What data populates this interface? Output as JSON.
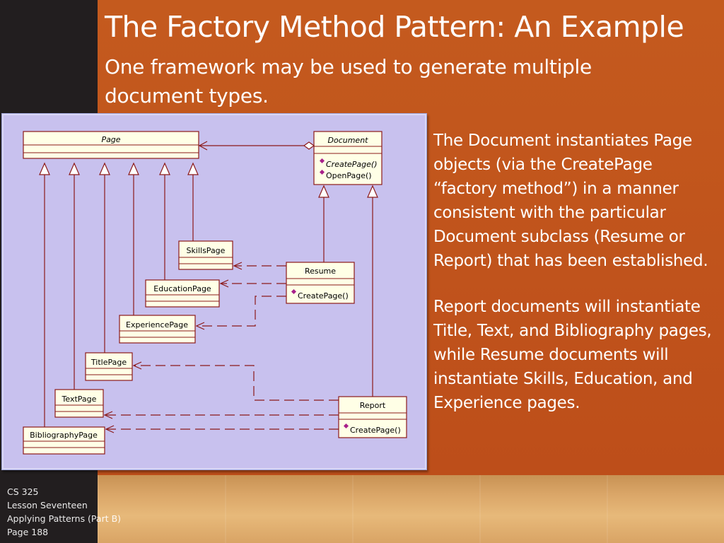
{
  "slide": {
    "title": "The Factory Method Pattern: An Example",
    "subtitle": "One framework may be used to generate multiple document types.",
    "paragraphs": [
      "The Document instantiates Page objects (via the CreatePage “factory method”) in a manner consistent with the particular Document subclass (Resume or Report) that has been established.",
      "Report documents will instantiate Title, Text, and Bibliography pages, while Resume documents will instantiate Skills, Education, and Experience pages."
    ],
    "footer": [
      "CS 325",
      "Lesson Seventeen",
      "Applying Patterns (Part B)",
      "Page 188"
    ]
  },
  "diagram": {
    "classes": {
      "page": {
        "name": "Page"
      },
      "document": {
        "name": "Document",
        "ops": [
          "CreatePage()",
          "OpenPage()"
        ]
      },
      "skills": {
        "name": "SkillsPage"
      },
      "education": {
        "name": "EducationPage"
      },
      "experience": {
        "name": "ExperiencePage"
      },
      "title": {
        "name": "TitlePage"
      },
      "text": {
        "name": "TextPage"
      },
      "bibliography": {
        "name": "BibliographyPage"
      },
      "resume": {
        "name": "Resume",
        "ops": [
          "CreatePage()"
        ]
      },
      "report": {
        "name": "Report",
        "ops": [
          "CreatePage()"
        ]
      }
    }
  },
  "colors": {
    "background_orange": "#c45a1e",
    "left_bar": "#221e1f",
    "diagram_bg": "#c8c1ee",
    "class_fill": "#ffffe6",
    "class_border": "#8b1a1a"
  }
}
